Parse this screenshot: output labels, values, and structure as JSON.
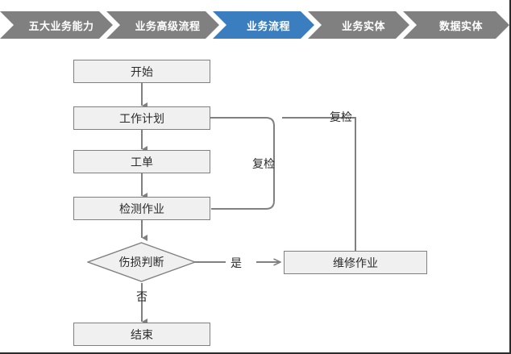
{
  "breadcrumb": {
    "active_color": "#3a7ebf",
    "inactive_color": "#808080",
    "items": [
      {
        "label": "五大业务能力",
        "active": false
      },
      {
        "label": "业务高级流程",
        "active": false
      },
      {
        "label": "业务流程",
        "active": true
      },
      {
        "label": "业务实体",
        "active": false
      },
      {
        "label": "数据实体",
        "active": false
      }
    ]
  },
  "flowchart": {
    "node_fill": "#f0f0f0",
    "node_border": "#808080",
    "connector_color": "#808080",
    "nodes": {
      "start": "开始",
      "work_plan": "工作计划",
      "work_order": "工单",
      "inspection": "检测作业",
      "damage_decision": "伤损判断",
      "repair": "维修作业",
      "end": "结束"
    },
    "edge_labels": {
      "recheck_inner": "复检",
      "recheck_outer": "复检",
      "yes": "是",
      "no": "否"
    }
  }
}
